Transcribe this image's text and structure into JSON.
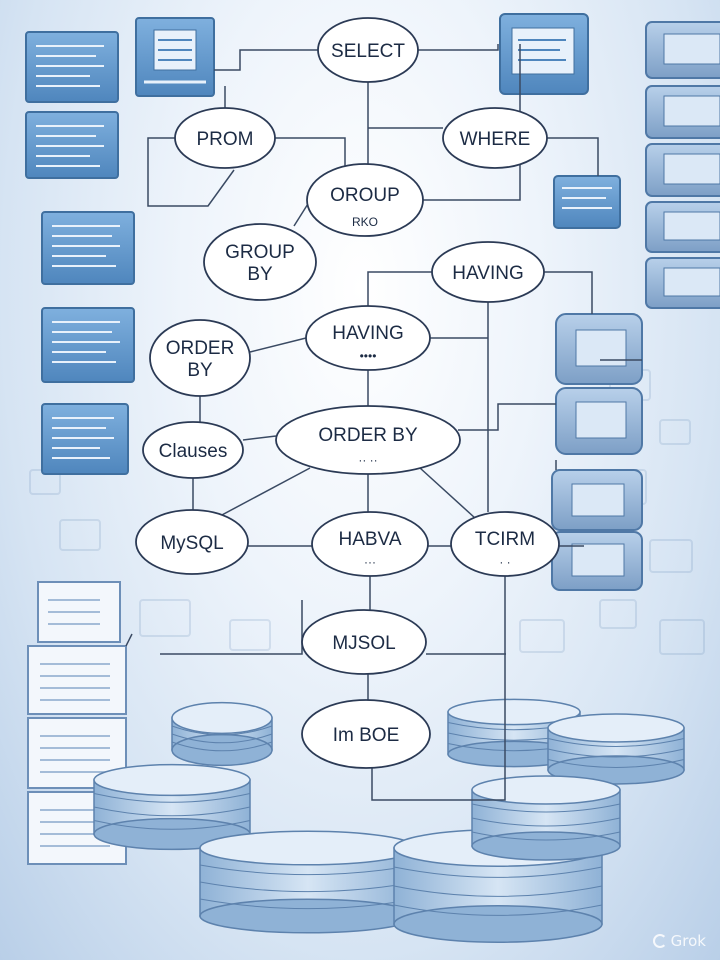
{
  "diagram": {
    "nodes": [
      {
        "id": "select",
        "lines": [
          "SELECT"
        ]
      },
      {
        "id": "prom",
        "lines": [
          "PROM"
        ]
      },
      {
        "id": "where",
        "lines": [
          "WHERE"
        ]
      },
      {
        "id": "group-center",
        "lines": [
          "OROUP"
        ],
        "sub": "RKO"
      },
      {
        "id": "group-by",
        "lines": [
          "GROUP",
          "BY"
        ]
      },
      {
        "id": "having-right",
        "lines": [
          "HAVING"
        ]
      },
      {
        "id": "having-center",
        "lines": [
          "HAVING"
        ],
        "sub": "••••"
      },
      {
        "id": "order-by-left",
        "lines": [
          "ORDER",
          "BY"
        ]
      },
      {
        "id": "order-by-center",
        "lines": [
          "ORDER BY"
        ],
        "sub": "·· ··"
      },
      {
        "id": "clauses",
        "lines": [
          "Clauses"
        ]
      },
      {
        "id": "mysql",
        "lines": [
          "MySQL"
        ]
      },
      {
        "id": "habva",
        "lines": [
          "HABVA"
        ],
        "sub": "···"
      },
      {
        "id": "tcirm",
        "lines": [
          "TCIRM"
        ],
        "sub": "· ·"
      },
      {
        "id": "mjsol",
        "lines": [
          "MJSOL"
        ]
      },
      {
        "id": "im-boe",
        "lines": [
          "Im BOE"
        ]
      }
    ]
  },
  "watermark": {
    "text": "Grok"
  },
  "colors": {
    "node_fill": "#ffffff",
    "node_stroke": "#2b3a55",
    "panel": "#6b9ed1",
    "panel_dark": "#3f6f9f",
    "edge": "#3a4a63"
  }
}
